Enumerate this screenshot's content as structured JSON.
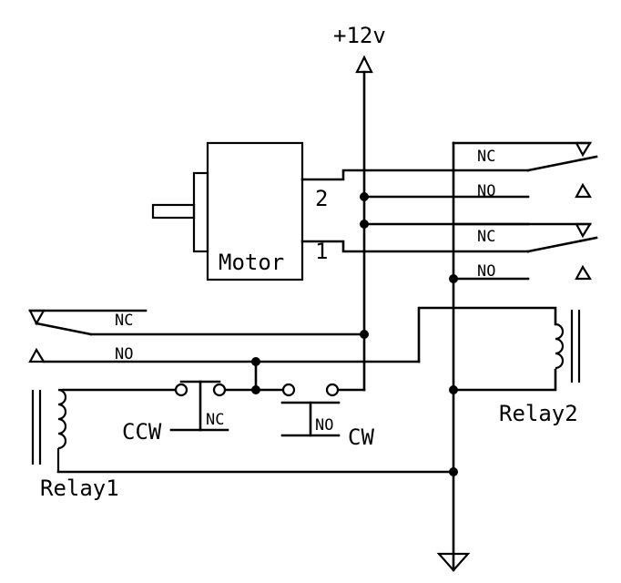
{
  "supply_label": "+12v",
  "motor": {
    "label": "Motor",
    "pin2": "2",
    "pin1": "1"
  },
  "relay1": {
    "label": "Relay1",
    "contact_nc": "NC",
    "contact_no": "NO"
  },
  "relay2": {
    "label": "Relay2",
    "contact1_nc": "NC",
    "contact1_no": "NO",
    "contact2_nc": "NC",
    "contact2_no": "NO"
  },
  "switch_ccw": {
    "label": "CCW",
    "type": "NC"
  },
  "switch_cw": {
    "label": "CW",
    "type": "NO"
  }
}
